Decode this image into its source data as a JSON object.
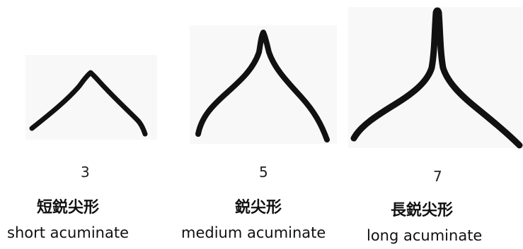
{
  "panels": [
    {
      "score": "3",
      "label_ja": "短鋭尖形",
      "label_en": "short acuminate"
    },
    {
      "score": "5",
      "label_ja": "鋭尖形",
      "label_en": "medium acuminate"
    },
    {
      "score": "7",
      "label_ja": "長鋭尖形",
      "label_en": "long acuminate"
    }
  ],
  "colors": {
    "stroke": "#111111",
    "bg_box": "#f7f7f7"
  }
}
